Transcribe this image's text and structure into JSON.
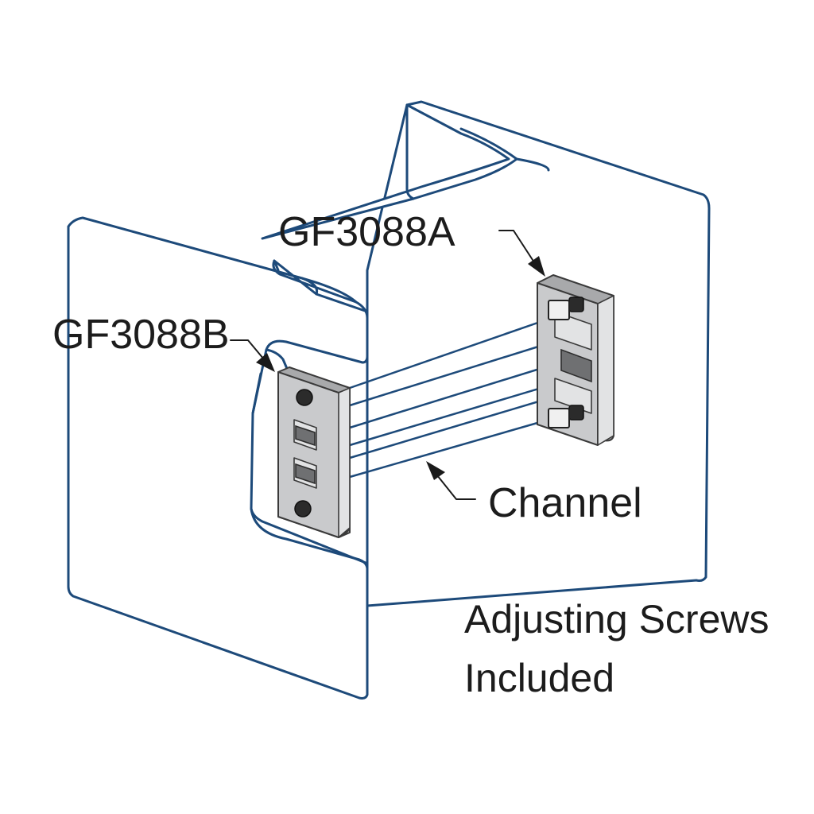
{
  "diagram": {
    "labels": {
      "part_a": "GF3088A",
      "part_b": "GF3088B",
      "channel": "Channel",
      "note_line1": "Adjusting Screws",
      "note_line2": "Included"
    },
    "colors": {
      "outline": "#1d4a7a",
      "part_fill": "#c9cacc",
      "text": "#1c1c1c"
    }
  }
}
